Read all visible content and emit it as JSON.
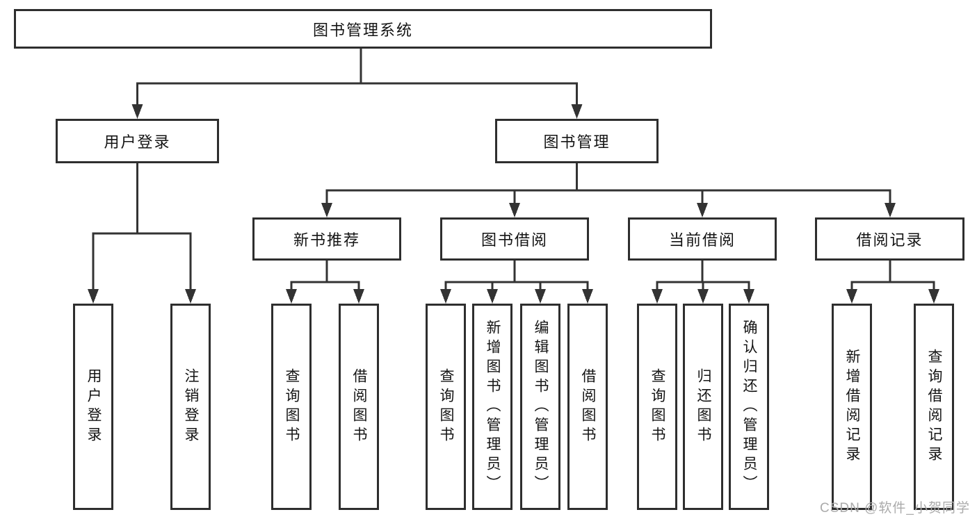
{
  "diagram": {
    "root_label": "图书管理系统",
    "level2": [
      {
        "label": "用户登录",
        "children": [
          "用户登录",
          "注销登录"
        ]
      },
      {
        "label": "图书管理"
      }
    ],
    "level3": [
      {
        "label": "新书推荐",
        "children": [
          "查询图书",
          "借阅图书"
        ]
      },
      {
        "label": "图书借阅",
        "children": [
          "查询图书",
          "新增图书（管理员）",
          "编辑图书（管理员）",
          "借阅图书"
        ]
      },
      {
        "label": "当前借阅",
        "children": [
          "查询图书",
          "归还图书",
          "确认归还（管理员）"
        ]
      },
      {
        "label": "借阅记录",
        "children": [
          "新增借阅记录",
          "查询借阅记录"
        ]
      }
    ]
  },
  "watermark": "CSDN @软件_小贺同学",
  "colors": {
    "line": "#333333",
    "box_border": "#2e2e2e",
    "text": "#141414",
    "watermark": "#ababab",
    "background": "#ffffff"
  }
}
